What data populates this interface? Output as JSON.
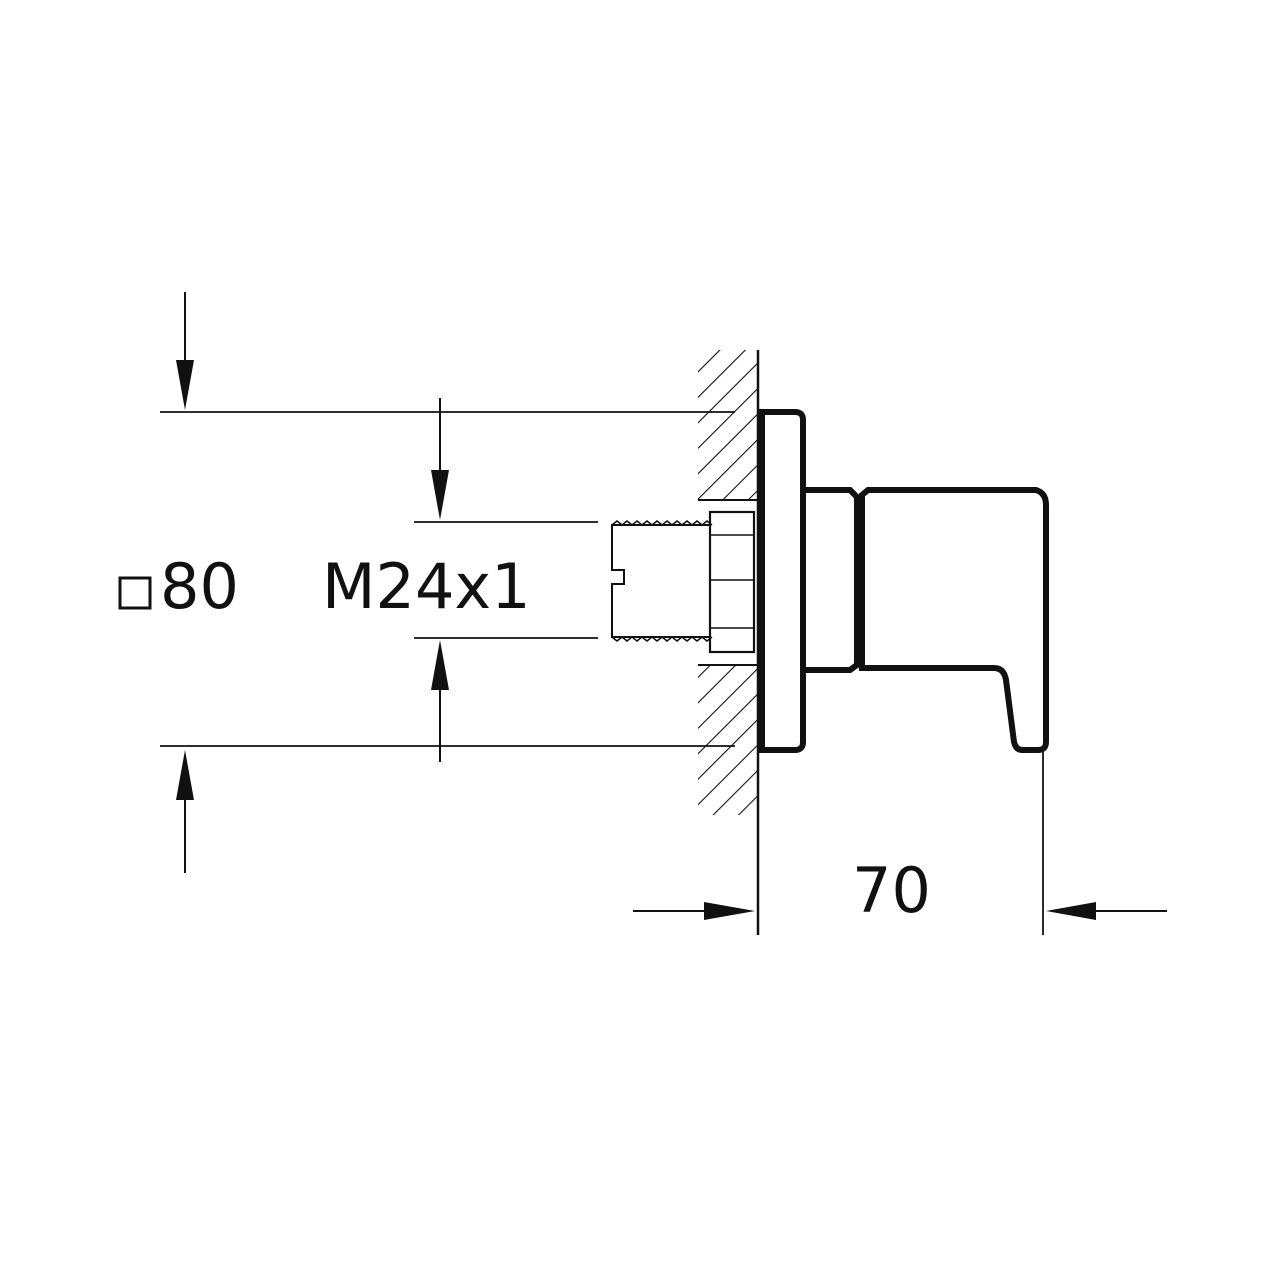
{
  "drawing": {
    "dimensions": {
      "square_symbol": "□",
      "rosette_size": "80",
      "thread_size": "M24x1",
      "projection": "70"
    },
    "colors": {
      "line": "#111111",
      "background": "#ffffff"
    }
  }
}
